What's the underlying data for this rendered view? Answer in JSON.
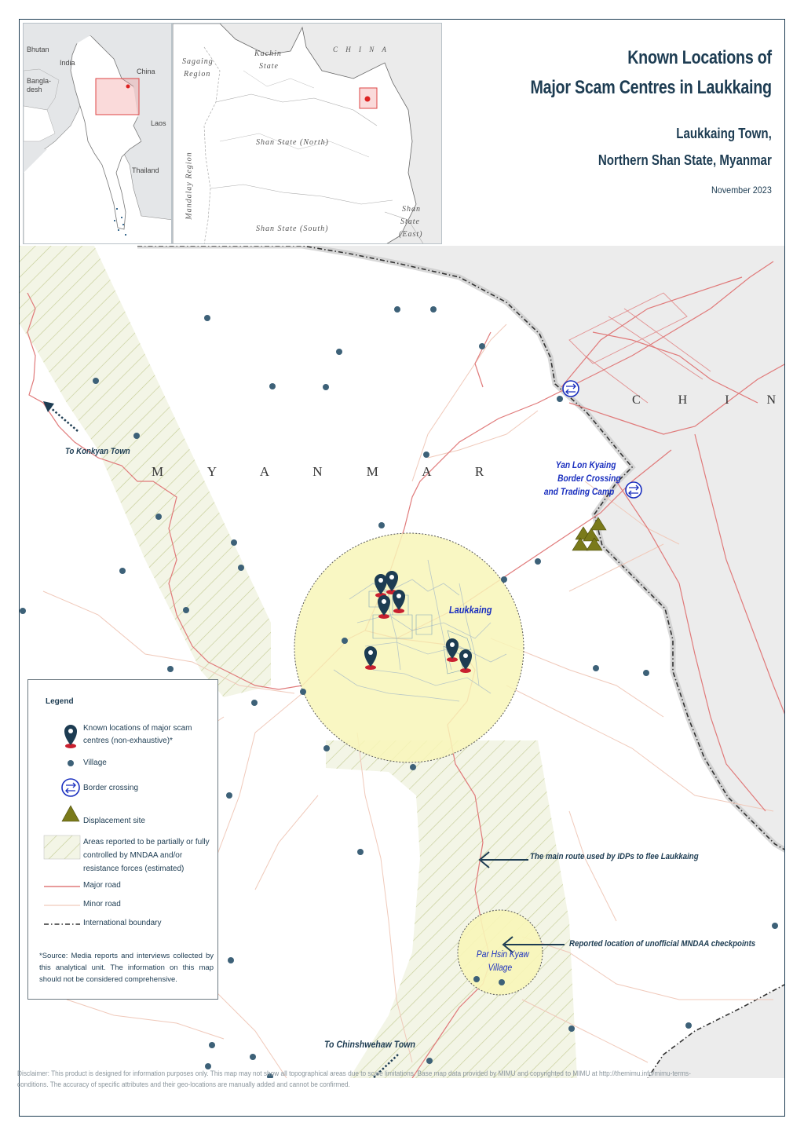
{
  "title": {
    "line1": "Known Locations of",
    "line2": "Major Scam Centres in Laukkaing"
  },
  "subtitle": {
    "line1": "Laukkaing Town,",
    "line2": "Northern Shan State, Myanmar"
  },
  "date": "November 2023",
  "inset_country": {
    "labels": [
      "Bhutan",
      "India",
      "Bangla-",
      "desh",
      "China",
      "Laos",
      "Thailand"
    ]
  },
  "inset_region": {
    "labels": {
      "sagaing": [
        "Sagaing",
        "Region"
      ],
      "kachin": [
        "Kachin",
        "State"
      ],
      "china": "C H I N A",
      "shan_north": "Shan State (North)",
      "mandalay": "Mandalay Region",
      "shan_south": "Shan State (South)",
      "shan_east": [
        "Shan",
        "State",
        "(East)"
      ]
    }
  },
  "map": {
    "country_myanmar": "M Y A N M A R",
    "country_china": "C H I N A",
    "to_konkyan": "To Konkyan Town",
    "laukkaing": "Laukkaing",
    "yan_lon_kyaing": [
      "Yan Lon Kyaing",
      "Border Crossing",
      "and Trading Camp"
    ],
    "main_route": "The main route used by IDPs to flee Laukkaing",
    "checkpoints": "Reported location of unofficial MNDAA checkpoints",
    "par_hsin_kyaw": [
      "Par Hsin Kyaw",
      "Village"
    ],
    "to_chinshwehaw": "To Chinshwehaw Town"
  },
  "legend": {
    "title": "Legend",
    "items": [
      {
        "icon": "scam-centre-marker-icon",
        "label": "Known locations of major scam centres (non-exhaustive)*"
      },
      {
        "icon": "village-dot-icon",
        "label": "Village"
      },
      {
        "icon": "border-crossing-icon",
        "label": "Border crossing"
      },
      {
        "icon": "displacement-triangle-icon",
        "label": "Displacement site"
      },
      {
        "icon": "hatched-area-icon",
        "label": "Areas reported to be partially or fully controlled by MNDAA and/or resistance forces (estimated)"
      },
      {
        "icon": "major-road-line-icon",
        "label": "Major road"
      },
      {
        "icon": "minor-road-line-icon",
        "label": "Minor road"
      },
      {
        "icon": "international-boundary-line-icon",
        "label": "International boundary"
      }
    ],
    "source_note": "*Source: Media reports and interviews collected by this analytical unit. The information on this map should not be considered comprehensive."
  },
  "disclaimer": "Disclaimer: This product is designed for information purposes only. This map may not show all topographical areas due to scale limitations.  Base map data provided by MIMU and copyrighted to MIMU at http://themimu.info/mimu-terms-conditions.  The accuracy of specific attributes and their geo-locations are manually added and cannot be confirmed.",
  "colors": {
    "navy": "#1d3c52",
    "major_road": "#e07070",
    "minor_road": "#f2c8b8",
    "hatch_fill": "#f1f3e3",
    "hatch_line": "#c8cf9a",
    "circle_fill": "#f8f6b8",
    "china_grey": "#ececec",
    "border_blue": "#1a2fbf",
    "triangle": "#7a7a1a",
    "scam_marker": "#1d3c52",
    "scam_base": "#c8202f"
  }
}
